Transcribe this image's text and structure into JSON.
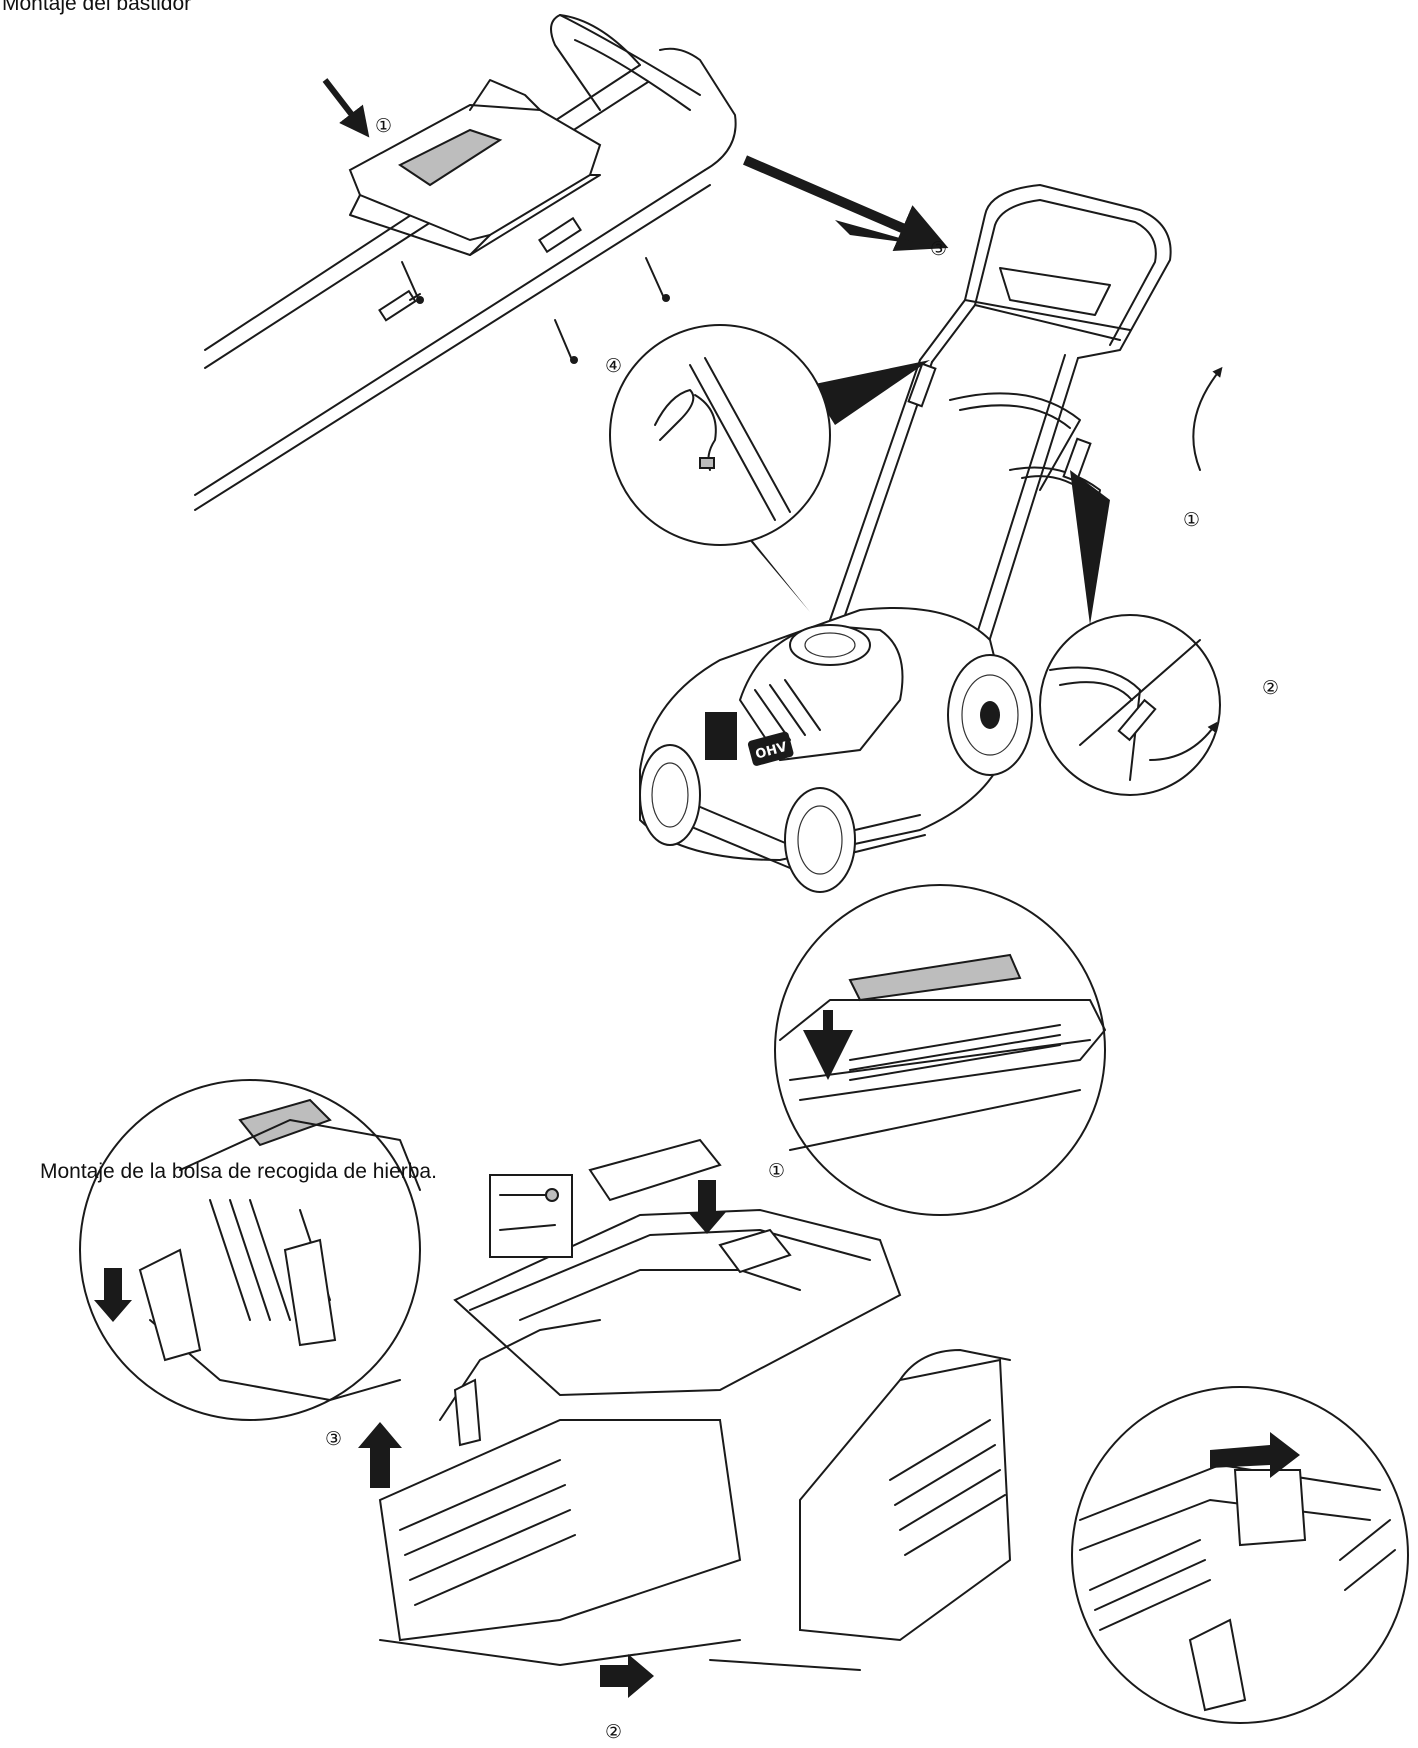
{
  "captions": {
    "frame_assembly": "Montaje del bastidor",
    "bag_assembly": "Montaje de la bolsa de recogida de hierba."
  },
  "step_markers": {
    "handle_clip": "①",
    "handle_arrow": "③",
    "screws": "④",
    "fold_up": "①",
    "lever_detail": "②",
    "bag_handle": "①",
    "bag_frame": "③",
    "bag_slide": "②"
  },
  "logo_text": "OHV"
}
